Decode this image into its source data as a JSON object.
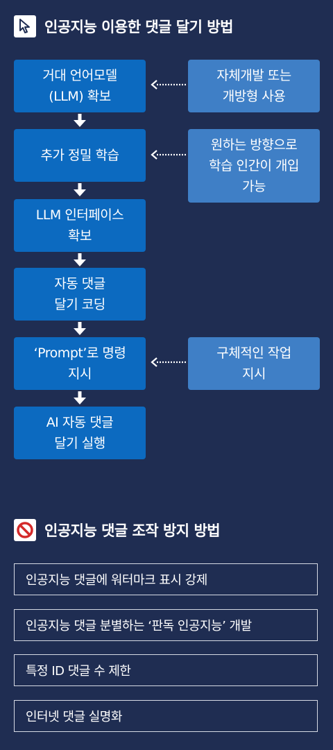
{
  "section1": {
    "title": "인공지능 이용한 댓글 달기 방법",
    "icon": "cursor-icon"
  },
  "steps": [
    "거대 언어모델\n(LLM) 확보",
    "추가 정밀 학습",
    "LLM 인터페이스\n확보",
    "자동 댓글\n달기 코딩",
    "‘Prompt’로 명령\n지시",
    "AI 자동 댓글\n달기 실행"
  ],
  "side_notes": [
    "자체개발 또는\n개방형 사용",
    "원하는 방향으로\n학습 인간이 개입\n가능",
    "구체적인 작업\n지시"
  ],
  "section2": {
    "title": "인공지능 댓글 조작 방지 방법",
    "icon": "prohibited-icon"
  },
  "methods": [
    "인공지능 댓글에 워터마크 표시 강제",
    "인공지능 댓글 분별하는 ‘판독 인공지능’ 개발",
    "특정 ID 댓글 수 제한",
    "인터넷 댓글 실명화"
  ],
  "colors": {
    "background": "#1f2d52",
    "step_box": "#0c6ac0",
    "side_box": "#3f7fc6",
    "prohibited_red": "#d42a2a"
  }
}
